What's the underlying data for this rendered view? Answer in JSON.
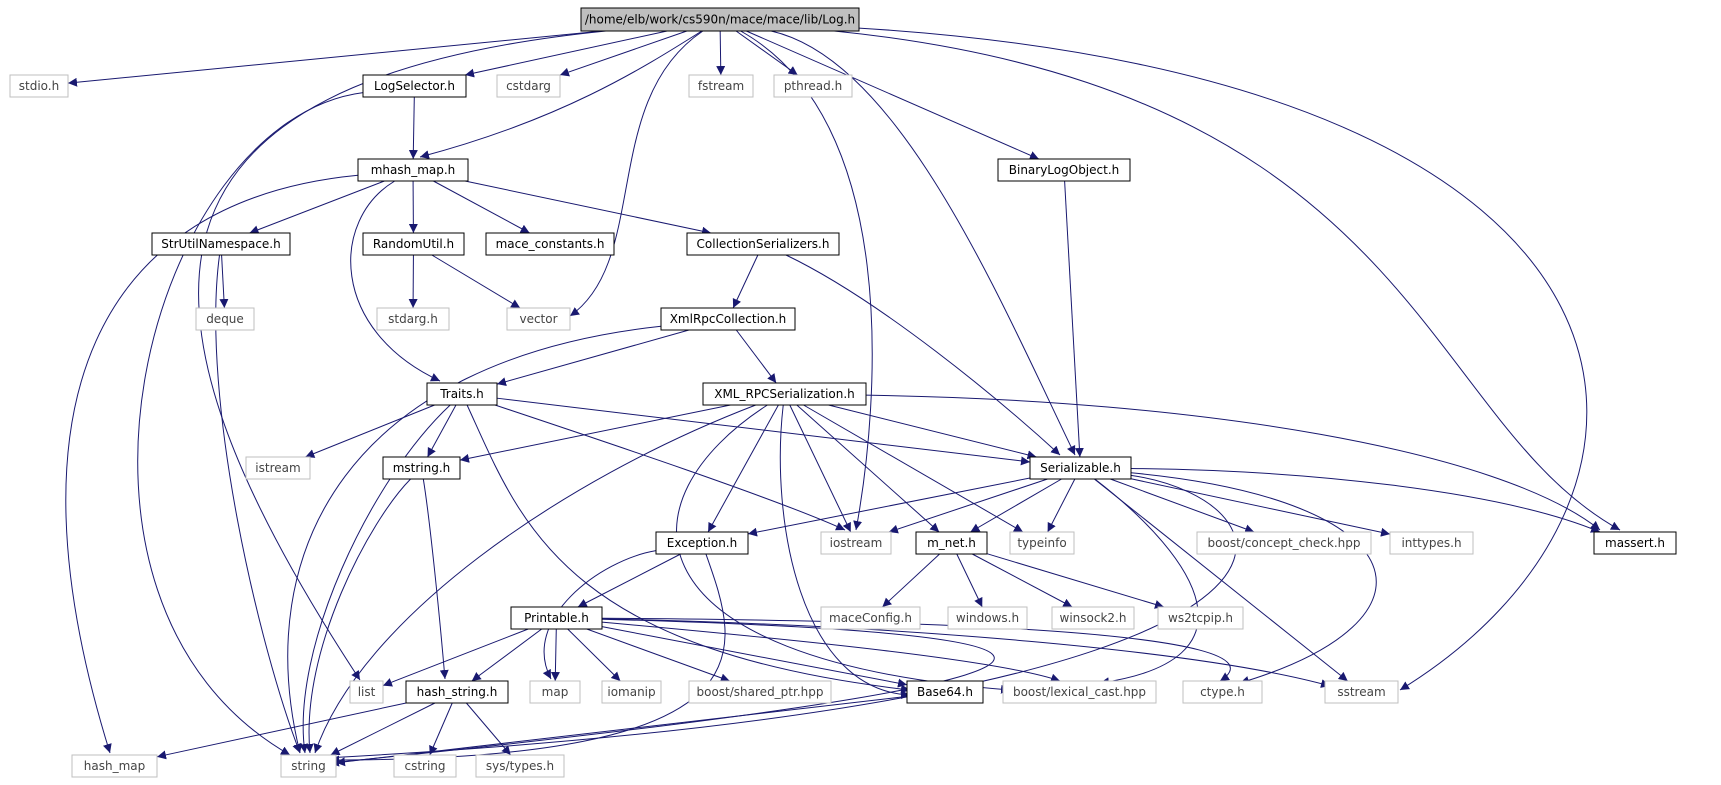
{
  "diagram": {
    "nodes": [
      {
        "id": "log",
        "label": "/home/elb/work/cs590n/mace/mace/lib/Log.h",
        "kind": "root"
      },
      {
        "id": "stdio",
        "label": "stdio.h",
        "kind": "ext"
      },
      {
        "id": "logsel",
        "label": "LogSelector.h",
        "kind": "file"
      },
      {
        "id": "cstdarg",
        "label": "cstdarg",
        "kind": "ext"
      },
      {
        "id": "fstream",
        "label": "fstream",
        "kind": "ext"
      },
      {
        "id": "pthread",
        "label": "pthread.h",
        "kind": "ext"
      },
      {
        "id": "binlog",
        "label": "BinaryLogObject.h",
        "kind": "file"
      },
      {
        "id": "mhash",
        "label": "mhash_map.h",
        "kind": "file"
      },
      {
        "id": "strutil",
        "label": "StrUtilNamespace.h",
        "kind": "file"
      },
      {
        "id": "randutil",
        "label": "RandomUtil.h",
        "kind": "file"
      },
      {
        "id": "macec",
        "label": "mace_constants.h",
        "kind": "file"
      },
      {
        "id": "collser",
        "label": "CollectionSerializers.h",
        "kind": "file"
      },
      {
        "id": "deque",
        "label": "deque",
        "kind": "ext"
      },
      {
        "id": "stdargh",
        "label": "stdarg.h",
        "kind": "ext"
      },
      {
        "id": "vector",
        "label": "vector",
        "kind": "ext"
      },
      {
        "id": "xmlcoll",
        "label": "XmlRpcCollection.h",
        "kind": "file"
      },
      {
        "id": "traits",
        "label": "Traits.h",
        "kind": "file"
      },
      {
        "id": "xmlser",
        "label": "XML_RPCSerialization.h",
        "kind": "file"
      },
      {
        "id": "istream",
        "label": "istream",
        "kind": "ext"
      },
      {
        "id": "mstring",
        "label": "mstring.h",
        "kind": "file"
      },
      {
        "id": "serial",
        "label": "Serializable.h",
        "kind": "file"
      },
      {
        "id": "exception",
        "label": "Exception.h",
        "kind": "file"
      },
      {
        "id": "iostream",
        "label": "iostream",
        "kind": "ext"
      },
      {
        "id": "mnet",
        "label": "m_net.h",
        "kind": "file"
      },
      {
        "id": "typeinfo",
        "label": "typeinfo",
        "kind": "ext"
      },
      {
        "id": "concept",
        "label": "boost/concept_check.hpp",
        "kind": "ext"
      },
      {
        "id": "inttypes",
        "label": "inttypes.h",
        "kind": "ext"
      },
      {
        "id": "massert",
        "label": "massert.h",
        "kind": "file"
      },
      {
        "id": "printable",
        "label": "Printable.h",
        "kind": "file"
      },
      {
        "id": "maceconfig",
        "label": "maceConfig.h",
        "kind": "ext"
      },
      {
        "id": "windows",
        "label": "windows.h",
        "kind": "ext"
      },
      {
        "id": "winsock",
        "label": "winsock2.h",
        "kind": "ext"
      },
      {
        "id": "ws2",
        "label": "ws2tcpip.h",
        "kind": "ext"
      },
      {
        "id": "list",
        "label": "list",
        "kind": "ext"
      },
      {
        "id": "hashstr",
        "label": "hash_string.h",
        "kind": "file"
      },
      {
        "id": "map",
        "label": "map",
        "kind": "ext"
      },
      {
        "id": "iomanip",
        "label": "iomanip",
        "kind": "ext"
      },
      {
        "id": "sharedptr",
        "label": "boost/shared_ptr.hpp",
        "kind": "ext"
      },
      {
        "id": "base64",
        "label": "Base64.h",
        "kind": "file"
      },
      {
        "id": "lexcast",
        "label": "boost/lexical_cast.hpp",
        "kind": "ext"
      },
      {
        "id": "ctype",
        "label": "ctype.h",
        "kind": "ext"
      },
      {
        "id": "sstream",
        "label": "sstream",
        "kind": "ext"
      },
      {
        "id": "hashmap",
        "label": "hash_map",
        "kind": "ext"
      },
      {
        "id": "string",
        "label": "string",
        "kind": "ext"
      },
      {
        "id": "cstring",
        "label": "cstring",
        "kind": "ext"
      },
      {
        "id": "systypes",
        "label": "sys/types.h",
        "kind": "ext"
      }
    ],
    "edges": [
      [
        "log",
        "stdio"
      ],
      [
        "log",
        "logsel"
      ],
      [
        "log",
        "cstdarg"
      ],
      [
        "log",
        "fstream"
      ],
      [
        "log",
        "pthread"
      ],
      [
        "log",
        "binlog"
      ],
      [
        "log",
        "mhash"
      ],
      [
        "log",
        "vector"
      ],
      [
        "log",
        "iostream"
      ],
      [
        "log",
        "serial"
      ],
      [
        "log",
        "massert"
      ],
      [
        "log",
        "sstream"
      ],
      [
        "log",
        "list"
      ],
      [
        "logsel",
        "mhash"
      ],
      [
        "logsel",
        "string"
      ],
      [
        "binlog",
        "serial"
      ],
      [
        "mhash",
        "strutil"
      ],
      [
        "mhash",
        "randutil"
      ],
      [
        "mhash",
        "macec"
      ],
      [
        "mhash",
        "collser"
      ],
      [
        "mhash",
        "traits"
      ],
      [
        "mhash",
        "hashmap"
      ],
      [
        "strutil",
        "deque"
      ],
      [
        "strutil",
        "string"
      ],
      [
        "randutil",
        "stdargh"
      ],
      [
        "randutil",
        "vector"
      ],
      [
        "collser",
        "xmlcoll"
      ],
      [
        "collser",
        "serial"
      ],
      [
        "xmlcoll",
        "traits"
      ],
      [
        "xmlcoll",
        "xmlser"
      ],
      [
        "xmlcoll",
        "string"
      ],
      [
        "traits",
        "istream"
      ],
      [
        "traits",
        "mstring"
      ],
      [
        "traits",
        "serial"
      ],
      [
        "traits",
        "iostream"
      ],
      [
        "traits",
        "string"
      ],
      [
        "traits",
        "base64"
      ],
      [
        "xmlser",
        "mstring"
      ],
      [
        "xmlser",
        "serial"
      ],
      [
        "xmlser",
        "exception"
      ],
      [
        "xmlser",
        "iostream"
      ],
      [
        "xmlser",
        "mnet"
      ],
      [
        "xmlser",
        "typeinfo"
      ],
      [
        "xmlser",
        "massert"
      ],
      [
        "xmlser",
        "string"
      ],
      [
        "xmlser",
        "base64"
      ],
      [
        "xmlser",
        "lexcast"
      ],
      [
        "mstring",
        "hashstr"
      ],
      [
        "mstring",
        "string"
      ],
      [
        "serial",
        "exception"
      ],
      [
        "serial",
        "iostream"
      ],
      [
        "serial",
        "mnet"
      ],
      [
        "serial",
        "typeinfo"
      ],
      [
        "serial",
        "concept"
      ],
      [
        "serial",
        "inttypes"
      ],
      [
        "serial",
        "massert"
      ],
      [
        "serial",
        "sstream"
      ],
      [
        "serial",
        "ctype"
      ],
      [
        "serial",
        "lexcast"
      ],
      [
        "serial",
        "string"
      ],
      [
        "exception",
        "printable"
      ],
      [
        "exception",
        "map"
      ],
      [
        "exception",
        "string"
      ],
      [
        "mnet",
        "maceconfig"
      ],
      [
        "mnet",
        "windows"
      ],
      [
        "mnet",
        "winsock"
      ],
      [
        "mnet",
        "ws2"
      ],
      [
        "printable",
        "list"
      ],
      [
        "printable",
        "hashstr"
      ],
      [
        "printable",
        "map"
      ],
      [
        "printable",
        "iomanip"
      ],
      [
        "printable",
        "sharedptr"
      ],
      [
        "printable",
        "base64"
      ],
      [
        "printable",
        "lexcast"
      ],
      [
        "printable",
        "ctype"
      ],
      [
        "printable",
        "sstream"
      ],
      [
        "printable",
        "string"
      ],
      [
        "hashstr",
        "hashmap"
      ],
      [
        "hashstr",
        "string"
      ],
      [
        "hashstr",
        "cstring"
      ],
      [
        "hashstr",
        "systypes"
      ],
      [
        "base64",
        "string"
      ]
    ]
  }
}
